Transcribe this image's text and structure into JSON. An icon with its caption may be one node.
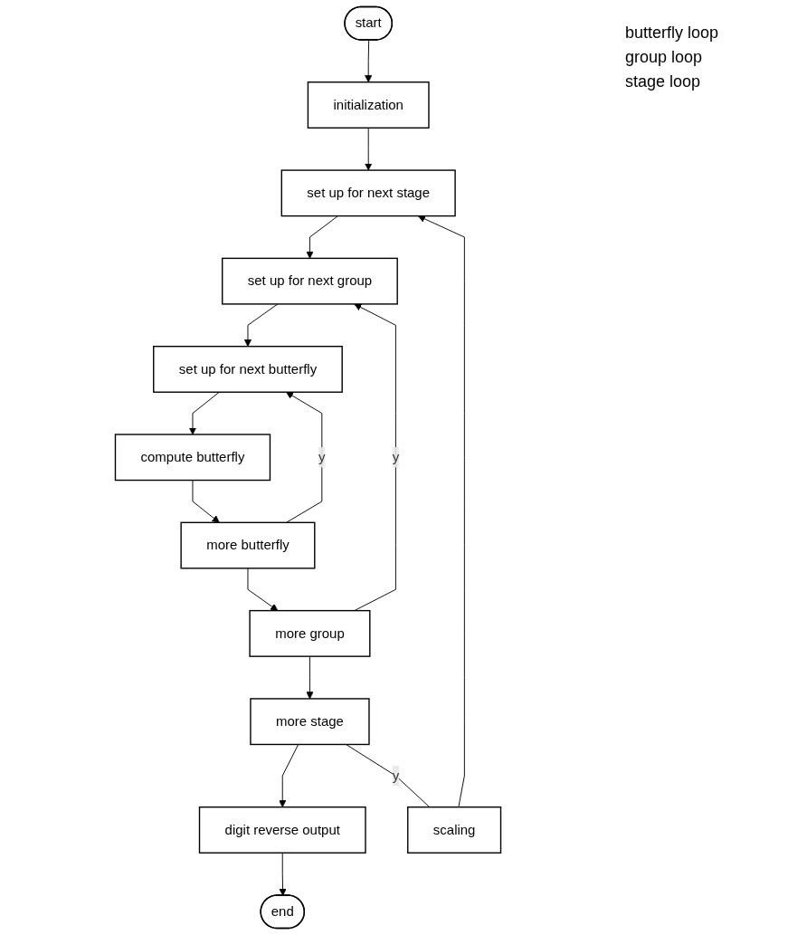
{
  "diagram": {
    "nodes": [
      {
        "text": [
          "start"
        ]
      },
      {
        "text": [
          "initialization"
        ]
      },
      {
        "text": [
          "set up for next stage"
        ]
      },
      {
        "text": [
          "set up for next group"
        ]
      },
      {
        "text": [
          "set up for next butterfly"
        ]
      },
      {
        "text": [
          "compute butterfly"
        ]
      },
      {
        "text": [
          "more butterfly"
        ]
      },
      {
        "text": [
          "more group"
        ]
      },
      {
        "text": [
          "more stage"
        ]
      },
      {
        "text": [
          "digit reverse output"
        ]
      },
      {
        "text": [
          "end"
        ]
      },
      {
        "text": [
          "scaling"
        ]
      }
    ],
    "edges": [
      {
        "from": 0,
        "to": 1,
        "arrow": "to"
      },
      {
        "from": 1,
        "to": 2,
        "arrow": "to"
      },
      {
        "from": 2,
        "to": 3,
        "arrow": "to"
      },
      {
        "from": 3,
        "to": 4,
        "arrow": "to"
      },
      {
        "from": 4,
        "to": 5,
        "arrow": "to"
      },
      {
        "from": 5,
        "to": 6,
        "arrow": "to"
      },
      {
        "from": 6,
        "to": 7,
        "arrow": "to"
      },
      {
        "from": 7,
        "to": 8,
        "arrow": "to"
      },
      {
        "from": 8,
        "to": 9,
        "arrow": "to"
      },
      {
        "from": 9,
        "to": 10,
        "arrow": "to"
      },
      {
        "from": 6,
        "to": 4,
        "arrow": "to",
        "label": "y"
      },
      {
        "from": 7,
        "to": 3,
        "arrow": "to",
        "label": "y"
      },
      {
        "from": 8,
        "to": 11,
        "arrow": "none",
        "label": "y"
      },
      {
        "from": 11,
        "to": 2,
        "arrow": "to"
      }
    ],
    "labels": [
      "butterfly loop",
      "group loop",
      "stage loop"
    ]
  }
}
